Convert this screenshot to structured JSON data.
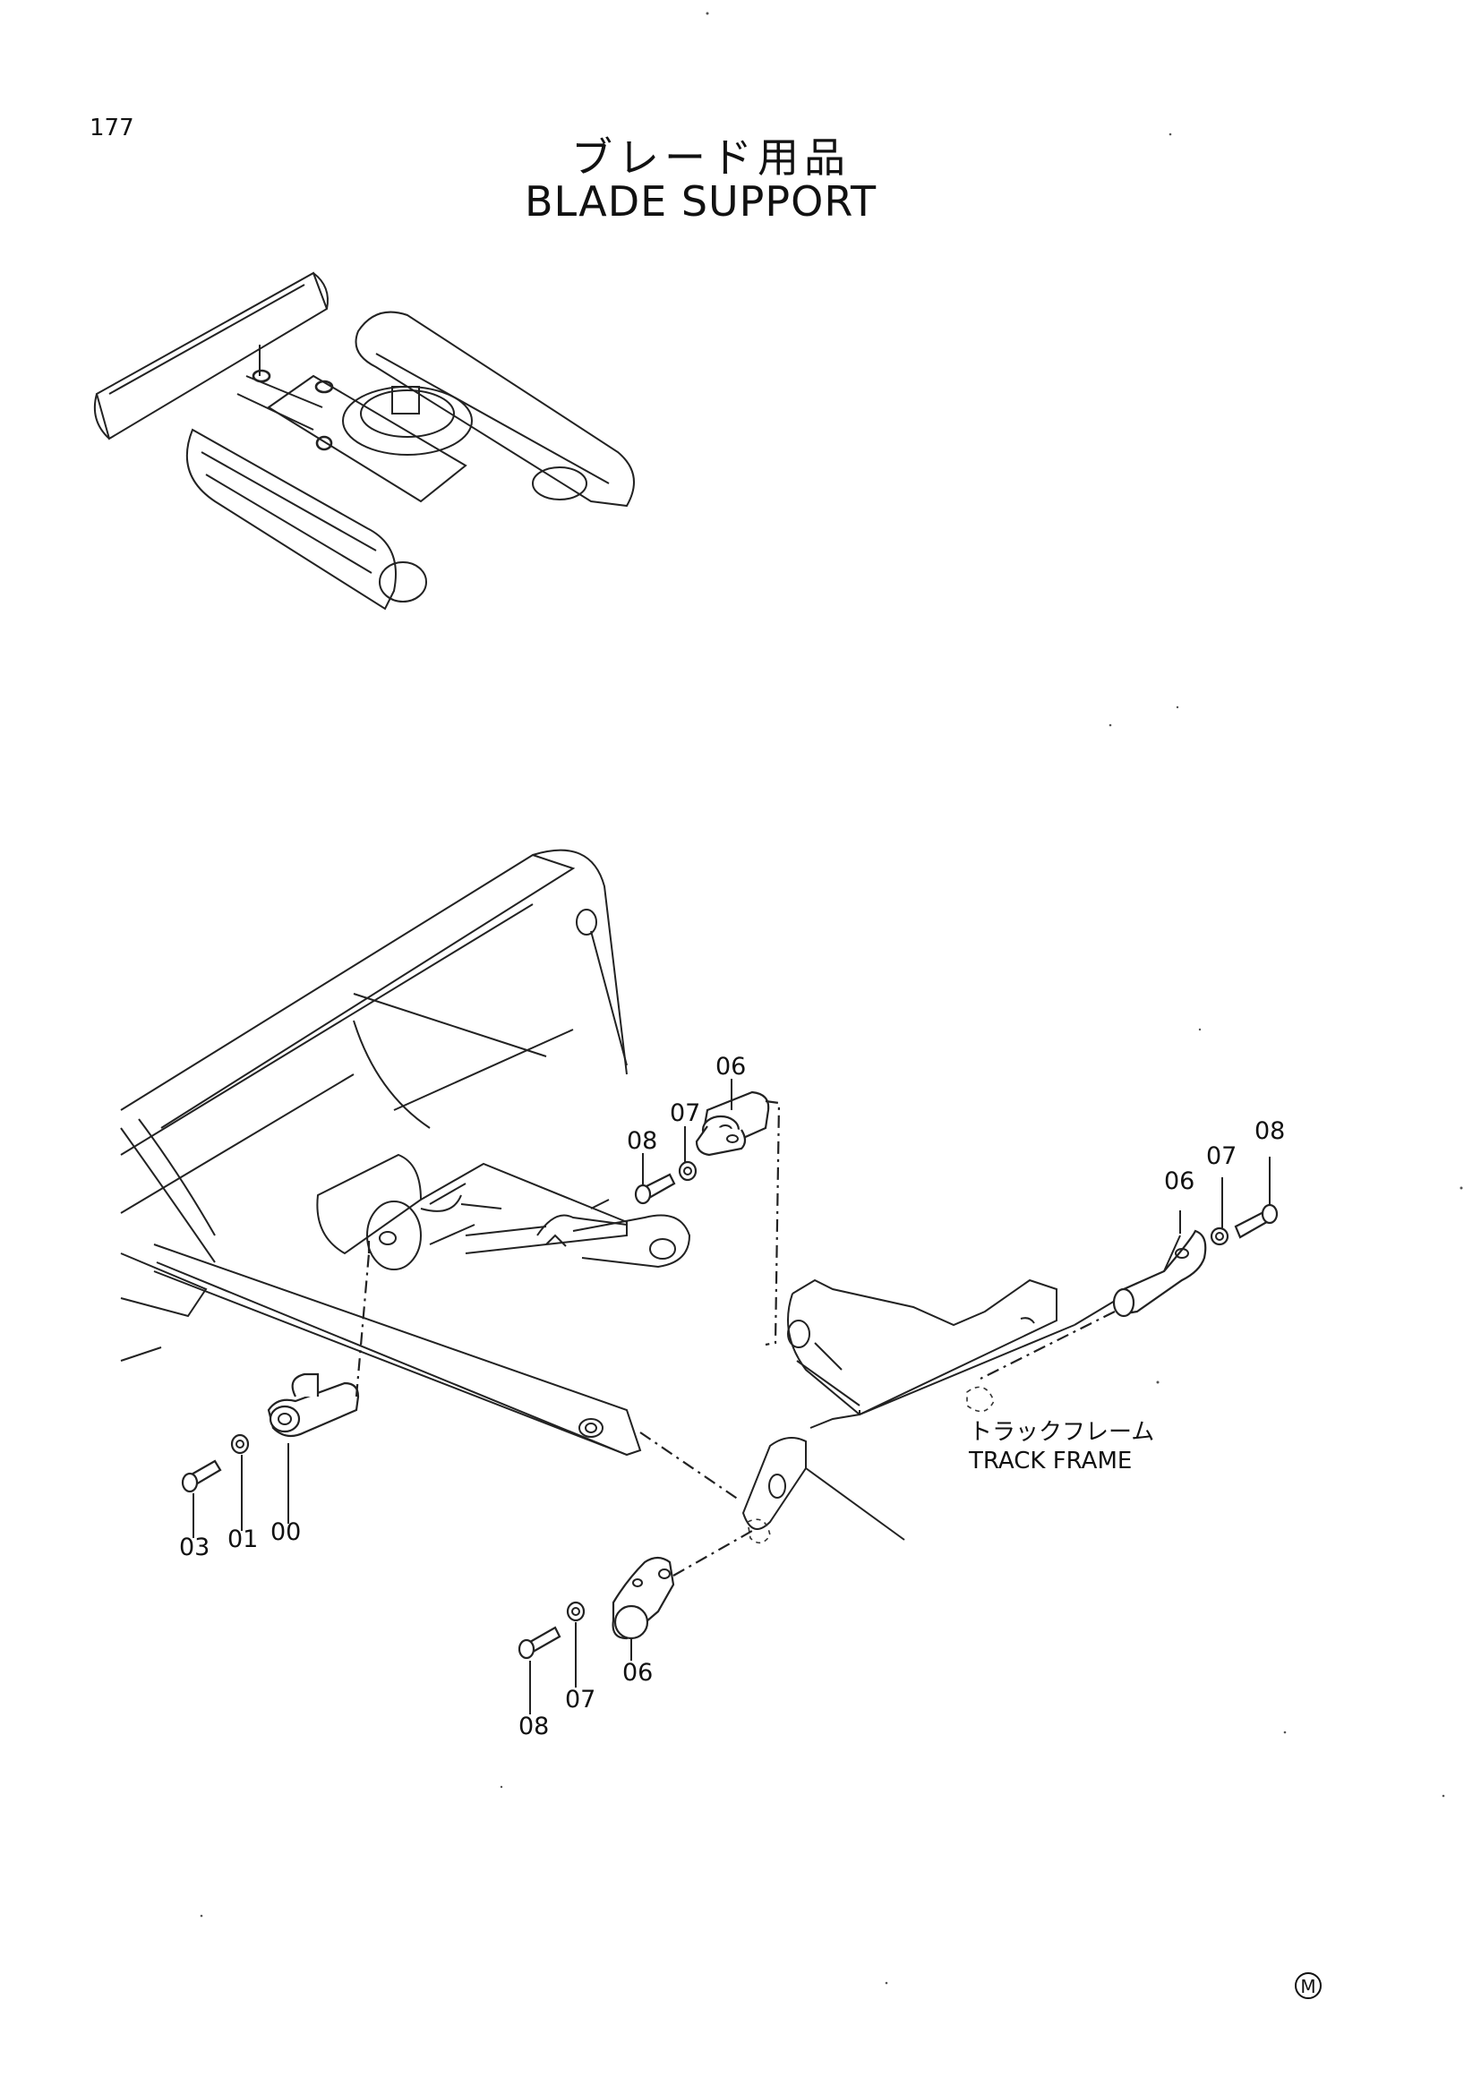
{
  "page": {
    "number": "177",
    "title_jp": "ブレード用品",
    "title_en": "BLADE SUPPORT"
  },
  "callouts": {
    "c00": "00",
    "c01": "01",
    "c03": "03",
    "c06a": "06",
    "c07a": "07",
    "c08a": "08",
    "c06b": "06",
    "c07b": "07",
    "c08b": "08",
    "c06c": "06",
    "c07c": "07",
    "c08c": "08"
  },
  "annotations": {
    "track_frame_jp": "トラックフレーム",
    "track_frame_en": "TRACK FRAME"
  },
  "marks": {
    "manufacturer_mark": "M"
  }
}
